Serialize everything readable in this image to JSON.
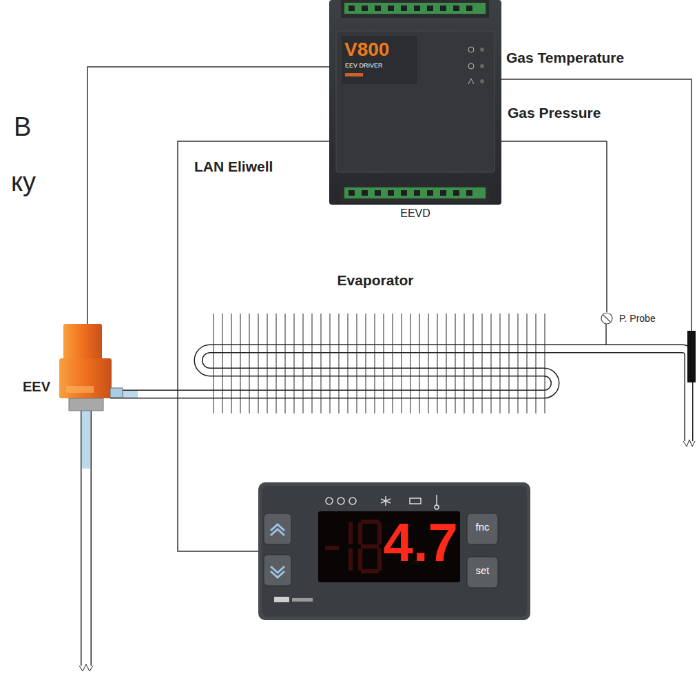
{
  "diagram": {
    "nodes": [
      {
        "text": [
          "V800",
          "EEV DRIVER",
          "EEVD"
        ]
      },
      {
        "text": [
          "Evaporator"
        ]
      },
      {
        "text": [
          "P. Probe"
        ]
      },
      {
        "text": [
          "EEV"
        ]
      },
      {
        "text": [
          "4.7",
          "fnc",
          "set"
        ]
      }
    ],
    "edges": [
      {
        "from": 3,
        "to": 0,
        "arrow": "none"
      },
      {
        "from": 0,
        "to": 4,
        "label": "LAN Eliwell",
        "arrow": "none"
      },
      {
        "from": 0,
        "to": 2,
        "label": "Gas Pressure",
        "arrow": "none"
      }
    ],
    "labels": [
      "В",
      "ку",
      "Gas Temperature"
    ]
  }
}
